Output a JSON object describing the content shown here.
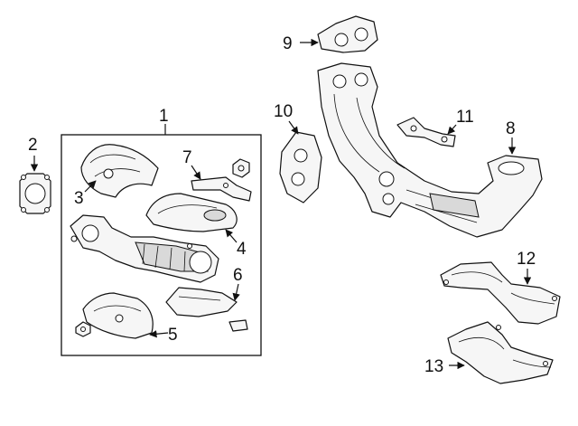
{
  "diagram": {
    "callouts": [
      {
        "id": "1",
        "label": "1"
      },
      {
        "id": "2",
        "label": "2"
      },
      {
        "id": "3",
        "label": "3"
      },
      {
        "id": "4",
        "label": "4"
      },
      {
        "id": "5",
        "label": "5"
      },
      {
        "id": "6",
        "label": "6"
      },
      {
        "id": "7",
        "label": "7"
      },
      {
        "id": "8",
        "label": "8"
      },
      {
        "id": "9",
        "label": "9"
      },
      {
        "id": "10",
        "label": "10"
      },
      {
        "id": "11",
        "label": "11"
      },
      {
        "id": "12",
        "label": "12"
      },
      {
        "id": "13",
        "label": "13"
      }
    ],
    "colors": {
      "line": "#111111",
      "part_fill": "#f6f6f6",
      "shade": "#d9d9d9",
      "background": "#ffffff"
    }
  }
}
